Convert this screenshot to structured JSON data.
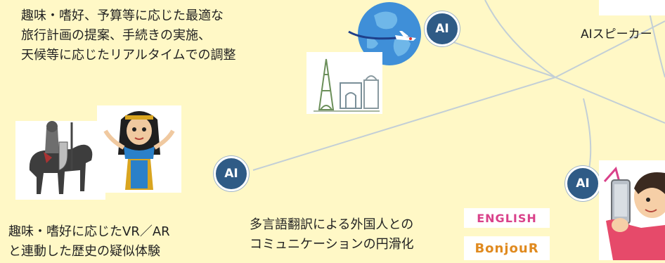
{
  "texts": {
    "travel_line1": "趣味・嗜好、予算等に応じた最適な",
    "travel_line2": "旅行計画の提案、手続きの実施、",
    "travel_line3": "天候等に応じたリアルタイムでの調整",
    "speaker_label": "AIスピーカー",
    "vr_line1": "趣味・嗜好に応じたVR／AR",
    "vr_line2": "と連動した歴史の疑似体験",
    "translate_line1": "多言語翻訳による外国人との",
    "translate_line2": "コミュニケーションの円滑化"
  },
  "badges": {
    "label": "AI"
  },
  "lang_samples": {
    "english": "ENGLISH",
    "french": "BonjouR"
  },
  "colors": {
    "background": "#fff8c6",
    "badge": "#2f5b86",
    "line": "#b9c9d2"
  }
}
